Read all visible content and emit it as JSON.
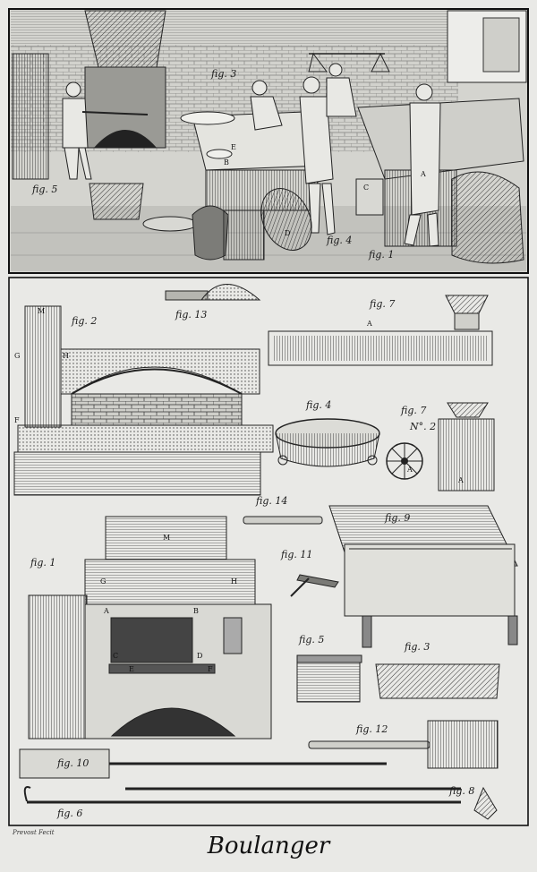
{
  "title": "Boulanger",
  "credit": "Prevost Fecit",
  "scene_labels": {
    "fig5": "fig. 5",
    "fig3": "fig. 3",
    "fig4": "fig. 4",
    "fig1": "fig. 1"
  },
  "lower_labels": {
    "fig2": "fig. 2",
    "fig13": "fig. 13",
    "fig7": "fig. 7",
    "fig4": "fig. 4",
    "fig7n2": "fig. 7",
    "no2": "N°. 2",
    "fig14": "fig. 14",
    "fig1": "fig. 1",
    "fig9": "fig. 9",
    "fig11": "fig. 11",
    "fig8": "fig. 8",
    "fig3": "fig. 3",
    "fig12": "fig. 12",
    "fig10": "fig. 10",
    "fig5": "fig. 5",
    "fig6": "fig. 6"
  },
  "letters": {
    "M_top": "M",
    "G_top": "G",
    "H_top": "H",
    "F_top": "F",
    "A_sieve": "A",
    "A_wheel": "A",
    "A_box": "A",
    "M": "M",
    "G": "G",
    "H": "H",
    "A": "A",
    "B": "B",
    "C": "C",
    "D": "D",
    "E": "E",
    "F": "F",
    "scene_A": "A",
    "scene_B": "B",
    "scene_C": "C",
    "scene_D": "D",
    "scene_E": "E"
  },
  "colors": {
    "ink": "#1a1a1a",
    "paper": "#e9e9e6",
    "shade": "#8a8a86"
  }
}
